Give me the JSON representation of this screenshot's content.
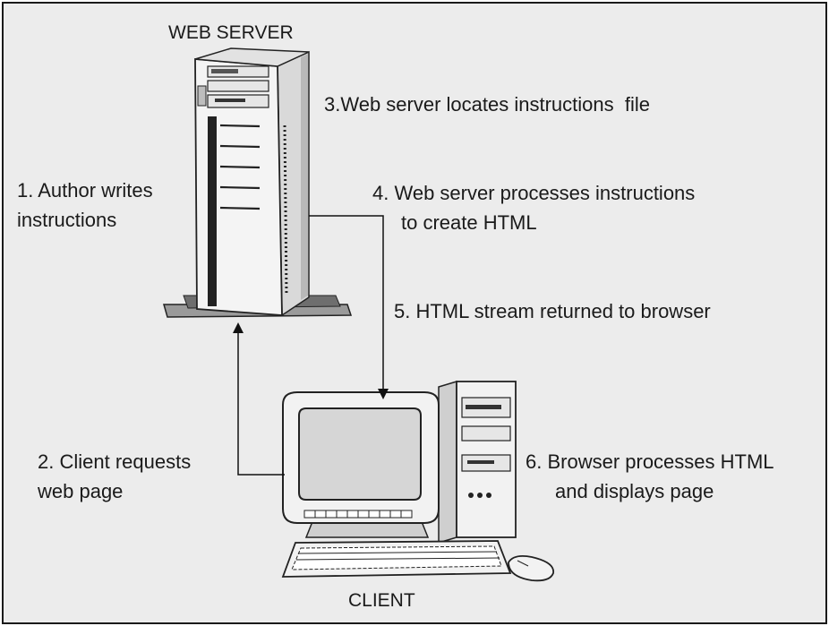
{
  "server_title": "WEB SERVER",
  "client_title": "CLIENT",
  "steps": {
    "step1": [
      "1. Author writes",
      "instructions"
    ],
    "step2": [
      "2. Client requests",
      "web page"
    ],
    "step3": [
      "3.Web server locates instructions  file"
    ],
    "step4": [
      "4. Web server processes instructions",
      "to create HTML"
    ],
    "step5": [
      "5. HTML stream returned to browser"
    ],
    "step6": [
      "6. Browser processes HTML",
      "and displays page"
    ]
  },
  "colors": {
    "background": "#ececec",
    "frame": "#1a1a1a",
    "arrow": "#111111",
    "device_body": "#f2f2f2",
    "device_shade": "#cfcfcf",
    "device_dark": "#2a2a2a",
    "screen": "#d6d6d6"
  },
  "icons": {
    "server": "server-tower-icon",
    "client": "desktop-computer-icon"
  }
}
